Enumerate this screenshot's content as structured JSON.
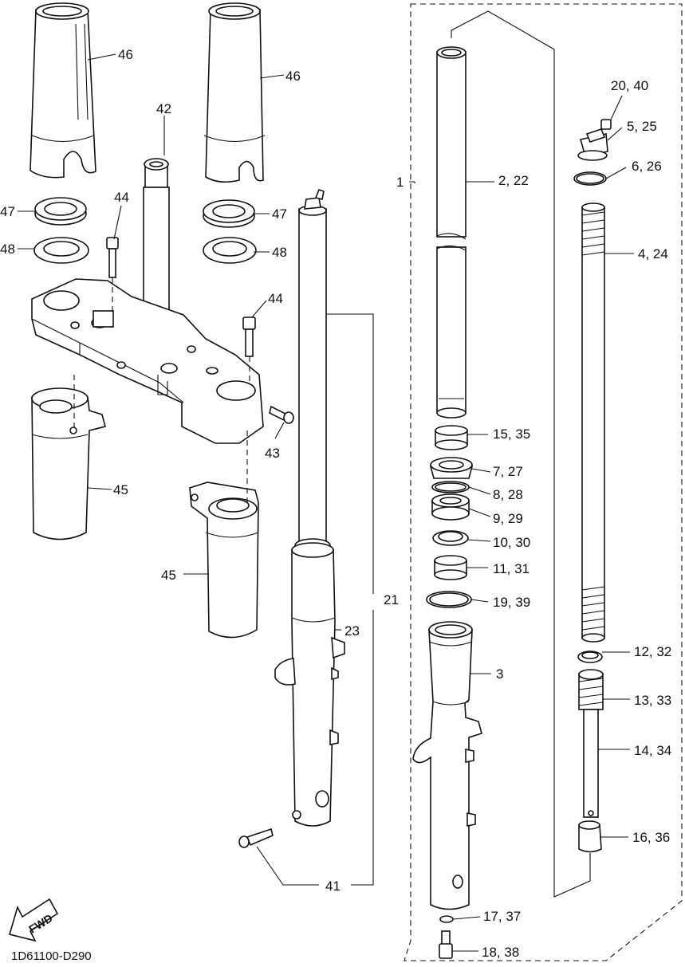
{
  "diagram_code": "1D61100-D290",
  "fwd_label": "FWD",
  "callouts": {
    "c46a": "46",
    "c46b": "46",
    "c42": "42",
    "c44a": "44",
    "c44b": "44",
    "c47a": "47",
    "c47b": "47",
    "c48a": "48",
    "c48b": "48",
    "c43": "43",
    "c45a": "45",
    "c45b": "45",
    "c21": "21",
    "c23": "23",
    "c41": "41",
    "c1": "1",
    "c2": "2, 22",
    "c20": "20, 40",
    "c5": "5, 25",
    "c6": "6, 26",
    "c4": "4, 24",
    "c15": "15, 35",
    "c7": "7, 27",
    "c8": "8, 28",
    "c9": "9, 29",
    "c10": "10, 30",
    "c11": "11, 31",
    "c19": "19, 39",
    "c3": "3",
    "c12": "12, 32",
    "c13": "13, 33",
    "c14": "14, 34",
    "c16": "16, 36",
    "c17": "17, 37",
    "c18": "18, 38"
  }
}
